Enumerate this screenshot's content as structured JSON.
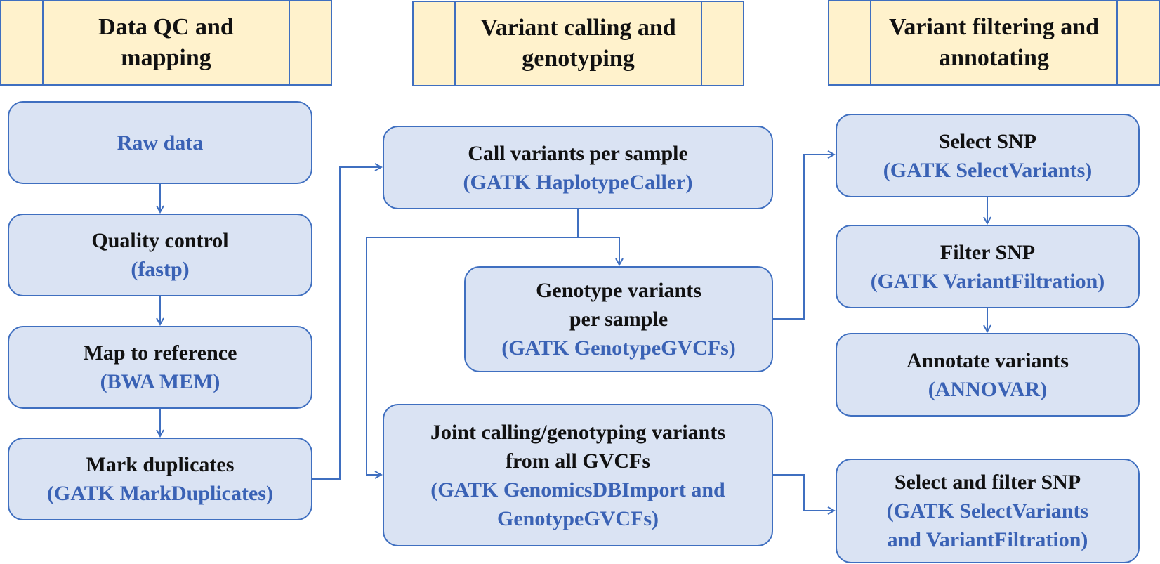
{
  "headers": {
    "col1": "Data QC and mapping",
    "col2": "Variant calling and genotyping",
    "col3": "Variant filtering and annotating"
  },
  "col1": {
    "raw": {
      "title": "Raw data"
    },
    "qc": {
      "title": "Quality control",
      "tool": "(fastp)"
    },
    "map": {
      "title": "Map to reference",
      "tool": "(BWA MEM)"
    },
    "markdup": {
      "title": "Mark duplicates",
      "tool": "(GATK MarkDuplicates)"
    }
  },
  "col2": {
    "call": {
      "title": "Call variants per sample",
      "tool": "(GATK HaplotypeCaller)"
    },
    "genotype": {
      "title_l1": "Genotype variants",
      "title_l2": "per sample",
      "tool": "(GATK GenotypeGVCFs)"
    },
    "joint": {
      "title_l1": "Joint calling/genotyping variants",
      "title_l2": "from all GVCFs",
      "tool_l1": "(GATK GenomicsDBImport and",
      "tool_l2": "GenotypeGVCFs)"
    }
  },
  "col3": {
    "select": {
      "title": "Select SNP",
      "tool": "(GATK SelectVariants)"
    },
    "filter": {
      "title": "Filter SNP",
      "tool": "(GATK VariantFiltration)"
    },
    "annotate": {
      "title": "Annotate variants",
      "tool": "(ANNOVAR)"
    },
    "selfilter": {
      "title": "Select and filter SNP",
      "tool_l1": "(GATK SelectVariants",
      "tool_l2": "and VariantFiltration)"
    }
  },
  "colors": {
    "header_fill": "#fff2cc",
    "box_fill": "#dae3f3",
    "border": "#3f6fc0",
    "tool_text": "#3a62b5",
    "title_text": "#111111"
  }
}
